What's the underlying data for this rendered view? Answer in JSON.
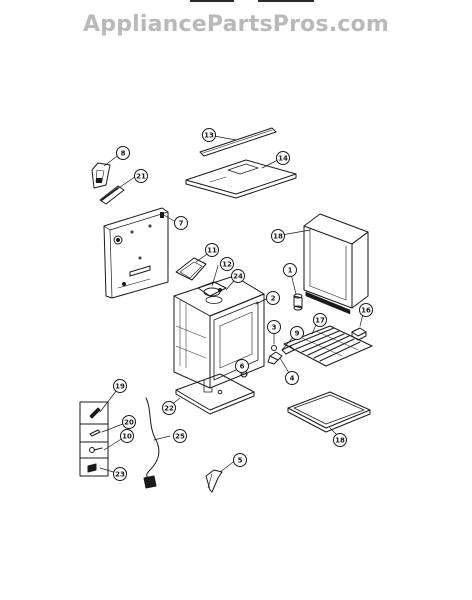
{
  "watermark": "AppliancePartsPros.com",
  "callouts": [
    {
      "label": "13"
    },
    {
      "label": "14"
    },
    {
      "label": "8"
    },
    {
      "label": "21"
    },
    {
      "label": "7"
    },
    {
      "label": "18"
    },
    {
      "label": "11"
    },
    {
      "label": "12"
    },
    {
      "label": "24"
    },
    {
      "label": "1"
    },
    {
      "label": "2"
    },
    {
      "label": "3"
    },
    {
      "label": "9"
    },
    {
      "label": "17"
    },
    {
      "label": "16"
    },
    {
      "label": "4"
    },
    {
      "label": "6"
    },
    {
      "label": "22"
    },
    {
      "label": "19"
    },
    {
      "label": "20"
    },
    {
      "label": "10"
    },
    {
      "label": "23"
    },
    {
      "label": "25"
    },
    {
      "label": "5"
    },
    {
      "label": "18"
    }
  ],
  "colors": {
    "ink": "#1a1a1a",
    "watermark": "#b9b9b9",
    "background": "#ffffff"
  }
}
